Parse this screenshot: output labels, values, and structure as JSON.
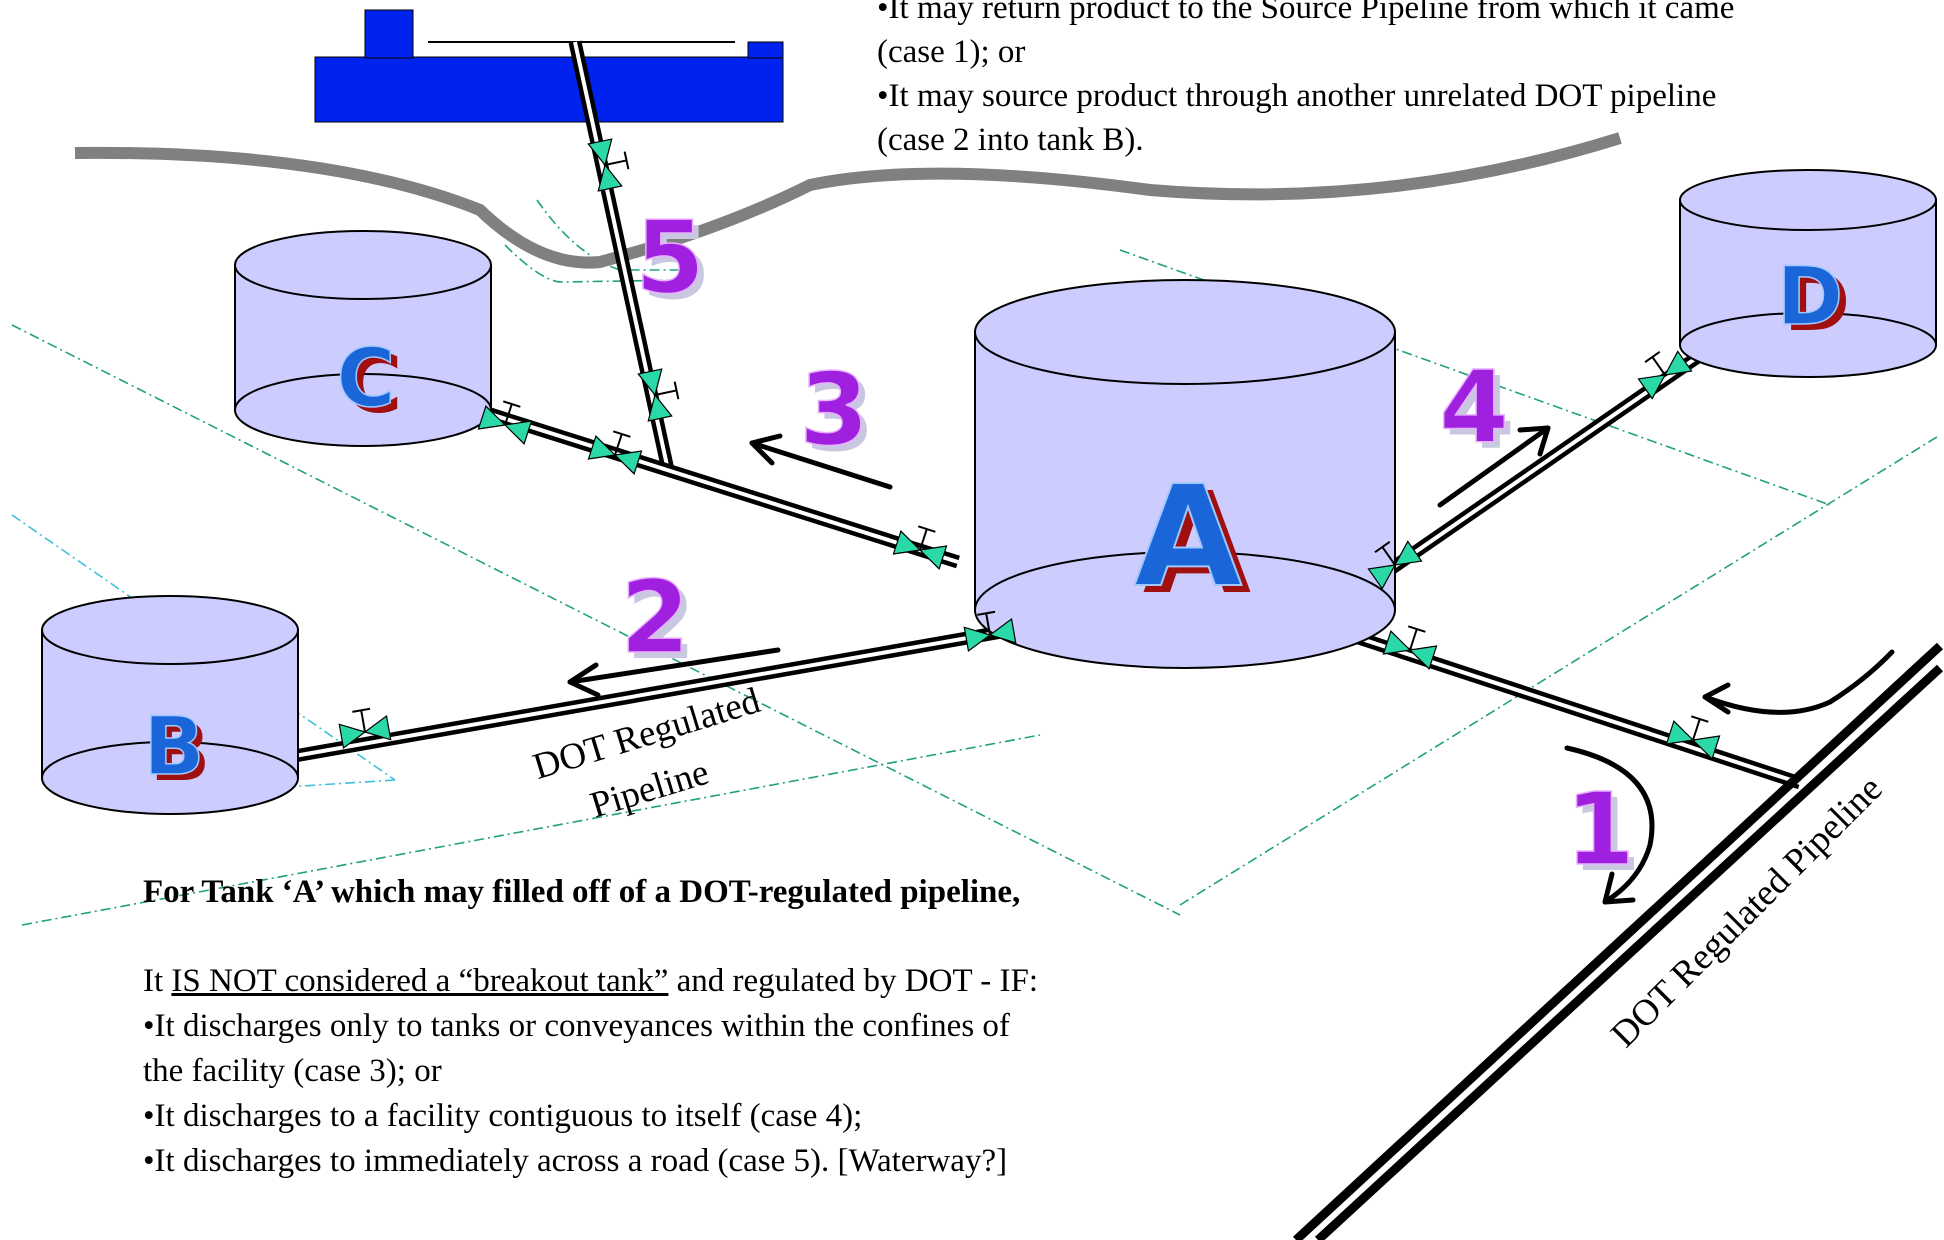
{
  "top_text": {
    "line1": "•It may return product to the Source Pipeline from which it came",
    "line2": "(case 1); or",
    "line3": "•It may source product through another unrelated DOT pipeline",
    "line4": "(case 2 into tank B)."
  },
  "tanks": {
    "a": "A",
    "b": "B",
    "c": "C",
    "d": "D"
  },
  "cases": {
    "c1": "1",
    "c2": "2",
    "c3": "3",
    "c4": "4",
    "c5": "5"
  },
  "pipe_labels": {
    "left_line1": "DOT Regulated",
    "left_line2": "Pipeline",
    "right": "DOT Regulated Pipeline"
  },
  "bottom_text": {
    "headline": "For Tank ‘A’ which may filled off of a DOT-regulated pipeline,",
    "lead_prefix": "It ",
    "lead_underlined": "IS NOT considered a “breakout tank”",
    "lead_suffix": " and regulated by DOT - IF:",
    "b1_line1": "•It discharges only to tanks or conveyances within the confines of",
    "b1_line2": "the facility (case 3); or",
    "b2": "•It discharges to a facility contiguous to itself (case 4);",
    "b3": "•It discharges to immediately across a road (case 5). [Waterway?]"
  },
  "colors": {
    "tank_fill": "#ccccff",
    "ship": "#0022ee",
    "road": "#808080",
    "valve": "#2bd9a8",
    "boundary": "#20a080",
    "case_fill": "#a020e0",
    "tank_letter_fill": "#1a66d9",
    "tank_letter_shadow": "#a01010"
  }
}
